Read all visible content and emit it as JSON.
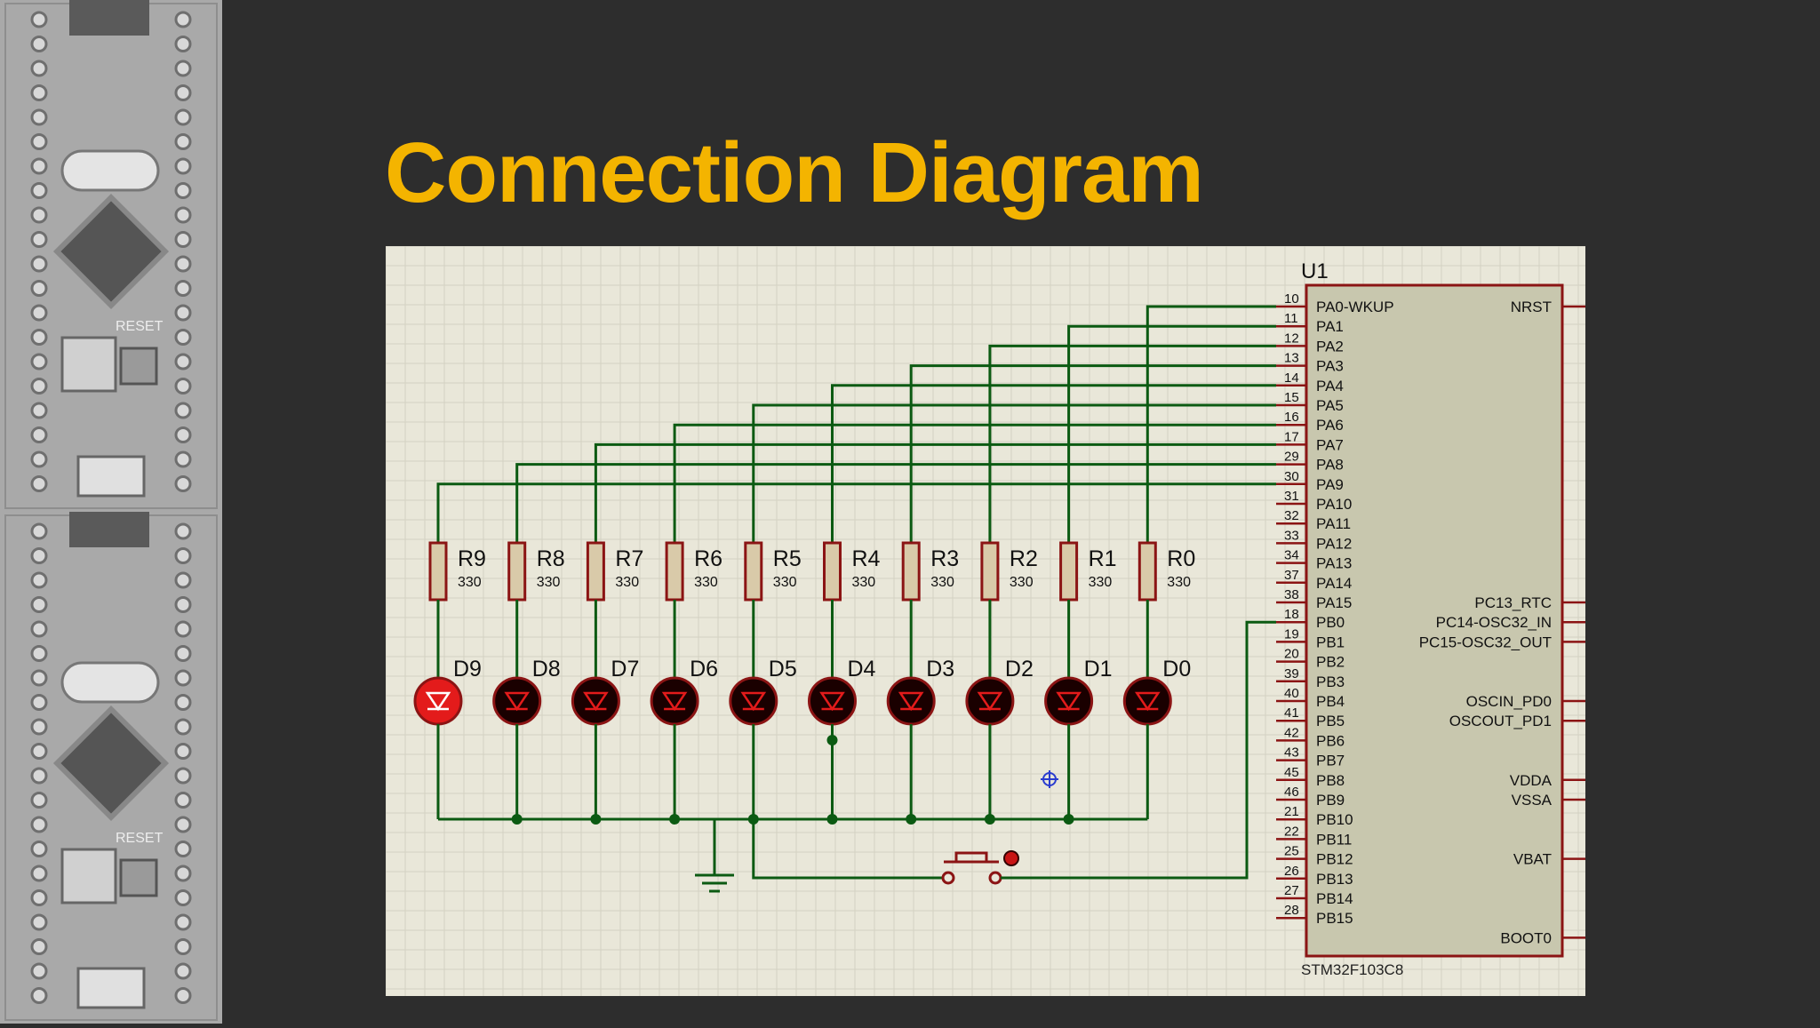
{
  "title": "Connection Diagram",
  "colors": {
    "background": "#2d2d2d",
    "title": "#f4b400",
    "schematic_bg": "#e9e7d9",
    "grid": "#d4d2c3",
    "wire": "#0b5a12",
    "part": "#8b1414",
    "ic_fill": "#c8c7ae",
    "led_on": "#e31b1b",
    "led_off": "#1a0000"
  },
  "chip": {
    "ref": "U1",
    "part": "STM32F103C8",
    "left_pins": [
      {
        "num": "10",
        "name": "PA0-WKUP"
      },
      {
        "num": "11",
        "name": "PA1"
      },
      {
        "num": "12",
        "name": "PA2"
      },
      {
        "num": "13",
        "name": "PA3"
      },
      {
        "num": "14",
        "name": "PA4"
      },
      {
        "num": "15",
        "name": "PA5"
      },
      {
        "num": "16",
        "name": "PA6"
      },
      {
        "num": "17",
        "name": "PA7"
      },
      {
        "num": "29",
        "name": "PA8"
      },
      {
        "num": "30",
        "name": "PA9"
      },
      {
        "num": "31",
        "name": "PA10"
      },
      {
        "num": "32",
        "name": "PA11"
      },
      {
        "num": "33",
        "name": "PA12"
      },
      {
        "num": "34",
        "name": "PA13"
      },
      {
        "num": "37",
        "name": "PA14"
      },
      {
        "num": "38",
        "name": "PA15"
      },
      {
        "num": "18",
        "name": "PB0"
      },
      {
        "num": "19",
        "name": "PB1"
      },
      {
        "num": "20",
        "name": "PB2"
      },
      {
        "num": "39",
        "name": "PB3"
      },
      {
        "num": "40",
        "name": "PB4"
      },
      {
        "num": "41",
        "name": "PB5"
      },
      {
        "num": "42",
        "name": "PB6"
      },
      {
        "num": "43",
        "name": "PB7"
      },
      {
        "num": "45",
        "name": "PB8"
      },
      {
        "num": "46",
        "name": "PB9"
      },
      {
        "num": "21",
        "name": "PB10"
      },
      {
        "num": "22",
        "name": "PB11"
      },
      {
        "num": "25",
        "name": "PB12"
      },
      {
        "num": "26",
        "name": "PB13"
      },
      {
        "num": "27",
        "name": "PB14"
      },
      {
        "num": "28",
        "name": "PB15"
      }
    ],
    "right_pins": [
      {
        "name": "NRST",
        "row": 0
      },
      {
        "name": "PC13_RTC",
        "row": 15
      },
      {
        "name": "PC14-OSC32_IN",
        "row": 16
      },
      {
        "name": "PC15-OSC32_OUT",
        "row": 17
      },
      {
        "name": "OSCIN_PD0",
        "row": 20
      },
      {
        "name": "OSCOUT_PD1",
        "row": 21
      },
      {
        "name": "VDDA",
        "row": 24
      },
      {
        "name": "VSSA",
        "row": 25
      },
      {
        "name": "VBAT",
        "row": 28
      },
      {
        "name": "BOOT0",
        "row": 32
      }
    ]
  },
  "resistors": [
    {
      "ref": "R9",
      "value": "330"
    },
    {
      "ref": "R8",
      "value": "330"
    },
    {
      "ref": "R7",
      "value": "330"
    },
    {
      "ref": "R6",
      "value": "330"
    },
    {
      "ref": "R5",
      "value": "330"
    },
    {
      "ref": "R4",
      "value": "330"
    },
    {
      "ref": "R3",
      "value": "330"
    },
    {
      "ref": "R2",
      "value": "330"
    },
    {
      "ref": "R1",
      "value": "330"
    },
    {
      "ref": "R0",
      "value": "330"
    }
  ],
  "leds": [
    {
      "ref": "D9",
      "on": true
    },
    {
      "ref": "D8",
      "on": false
    },
    {
      "ref": "D7",
      "on": false
    },
    {
      "ref": "D6",
      "on": false
    },
    {
      "ref": "D5",
      "on": false
    },
    {
      "ref": "D4",
      "on": false
    },
    {
      "ref": "D3",
      "on": false
    },
    {
      "ref": "D2",
      "on": false
    },
    {
      "ref": "D1",
      "on": false
    },
    {
      "ref": "D0",
      "on": false
    }
  ],
  "board_image_labels": [
    "RESET",
    "RESET"
  ]
}
